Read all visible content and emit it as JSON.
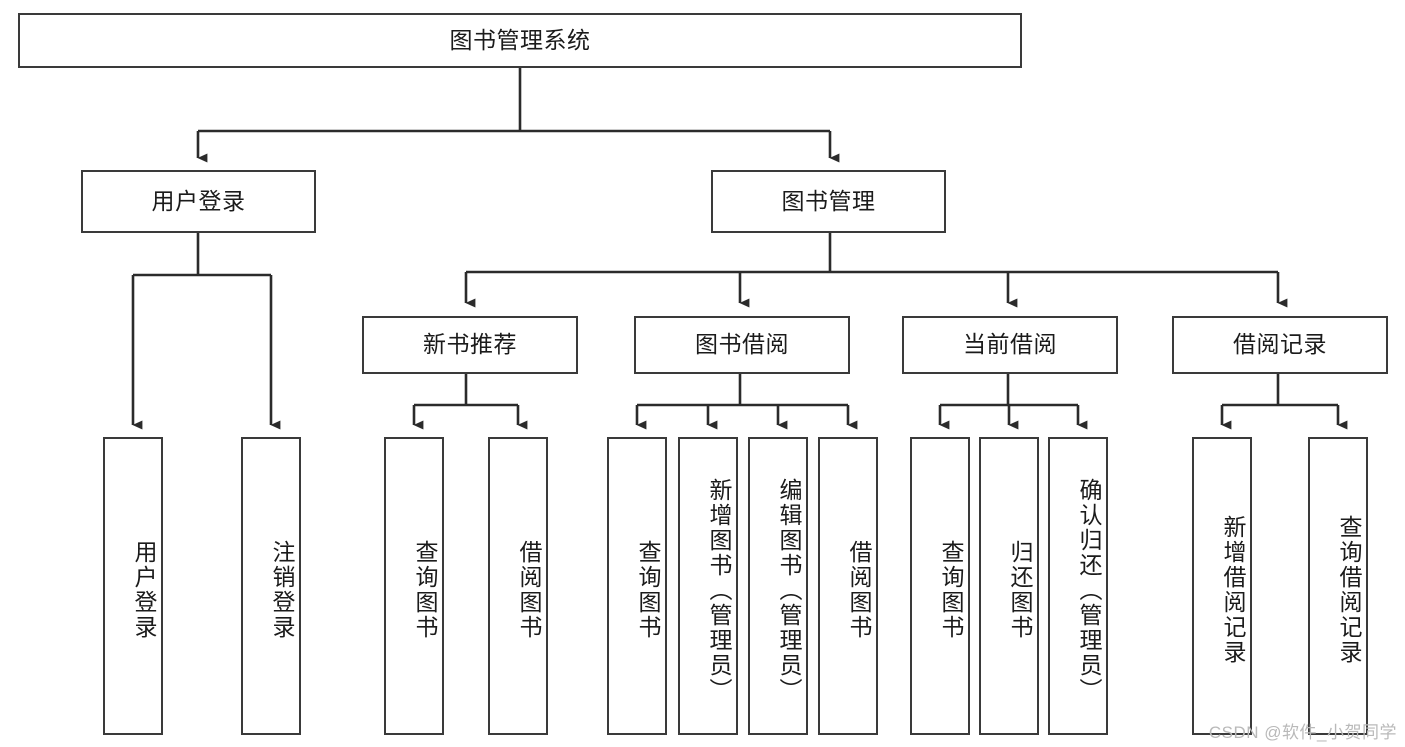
{
  "diagram": {
    "type": "tree",
    "title": "图书管理系统",
    "watermark": "CSDN @软件_小贺同学",
    "colors": {
      "box_border": "#3a3a3a",
      "box_fill": "#ffffff",
      "edge": "#2b2b2b",
      "text": "#1b1b1b",
      "watermark": "#b9b9b9"
    },
    "nodes": {
      "root": {
        "label": "图书管理系统",
        "orientation": "horizontal"
      },
      "level2": [
        {
          "id": "user-login",
          "label": "用户登录",
          "orientation": "horizontal"
        },
        {
          "id": "book-management",
          "label": "图书管理",
          "orientation": "horizontal"
        }
      ],
      "level3": [
        {
          "id": "new-book-recommend",
          "label": "新书推荐",
          "orientation": "horizontal"
        },
        {
          "id": "book-borrow",
          "label": "图书借阅",
          "orientation": "horizontal"
        },
        {
          "id": "current-borrow",
          "label": "当前借阅",
          "orientation": "horizontal"
        },
        {
          "id": "borrow-record",
          "label": "借阅记录",
          "orientation": "horizontal"
        }
      ],
      "leaves": [
        {
          "id": "leaf-user-login",
          "parent": "user-login",
          "label": "用户登录",
          "orientation": "vertical"
        },
        {
          "id": "leaf-user-logout",
          "parent": "user-login",
          "label": "注销登录",
          "orientation": "vertical"
        },
        {
          "id": "leaf-query-book-1",
          "parent": "new-book-recommend",
          "label": "查询图书",
          "orientation": "vertical"
        },
        {
          "id": "leaf-borrow-book-1",
          "parent": "new-book-recommend",
          "label": "借阅图书",
          "orientation": "vertical"
        },
        {
          "id": "leaf-query-book-2",
          "parent": "book-borrow",
          "label": "查询图书",
          "orientation": "vertical"
        },
        {
          "id": "leaf-add-book",
          "parent": "book-borrow",
          "label": "新增图书（管理员）",
          "orientation": "vertical"
        },
        {
          "id": "leaf-edit-book",
          "parent": "book-borrow",
          "label": "编辑图书（管理员）",
          "orientation": "vertical"
        },
        {
          "id": "leaf-borrow-book-2",
          "parent": "book-borrow",
          "label": "借阅图书",
          "orientation": "vertical"
        },
        {
          "id": "leaf-query-book-3",
          "parent": "current-borrow",
          "label": "查询图书",
          "orientation": "vertical"
        },
        {
          "id": "leaf-return-book",
          "parent": "current-borrow",
          "label": "归还图书",
          "orientation": "vertical"
        },
        {
          "id": "leaf-confirm-return",
          "parent": "current-borrow",
          "label": "确认归还（管理员）",
          "orientation": "vertical"
        },
        {
          "id": "leaf-add-record",
          "parent": "borrow-record",
          "label": "新增借阅记录",
          "orientation": "vertical"
        },
        {
          "id": "leaf-query-record",
          "parent": "borrow-record",
          "label": "查询借阅记录",
          "orientation": "vertical"
        }
      ]
    }
  }
}
